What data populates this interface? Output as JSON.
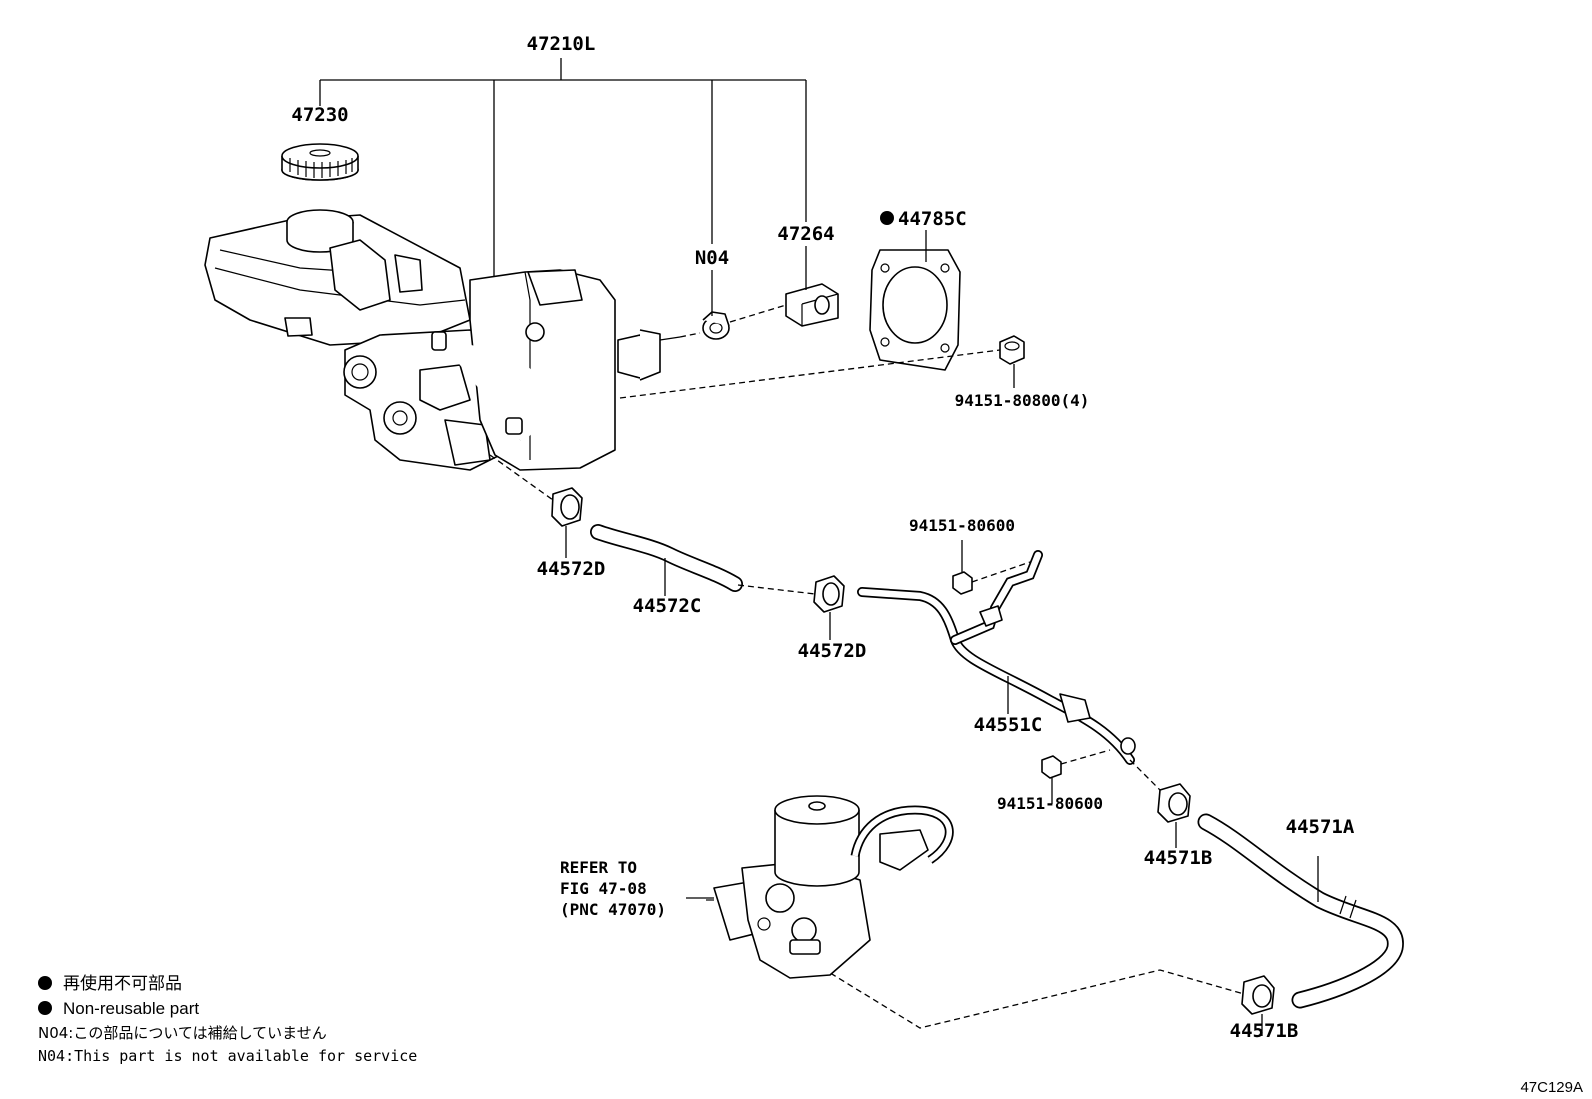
{
  "labels": {
    "p47210L": "47210L",
    "p47230": "47230",
    "pN04": "N04",
    "p47264": "47264",
    "p44785C": "44785C",
    "p94151_80800": "94151-80800(4)",
    "p44572D_a": "44572D",
    "p44572C": "44572C",
    "p44572D_b": "44572D",
    "p94151_80600_a": "94151-80600",
    "p44551C": "44551C",
    "p94151_80600_b": "94151-80600",
    "p44571B_a": "44571B",
    "p44571A": "44571A",
    "p44571B_b": "44571B"
  },
  "reference": {
    "line1": "REFER TO",
    "line2": "FIG 47-08",
    "line3": "(PNC 47070)"
  },
  "legend": {
    "jp_nonreusable": "再使用不可部品",
    "en_nonreusable": "Non-reusable part",
    "jp_n04": "N04:この部品については補給していません",
    "en_n04": "N04:This part is not available for service"
  },
  "diagram_code": "47C129A"
}
